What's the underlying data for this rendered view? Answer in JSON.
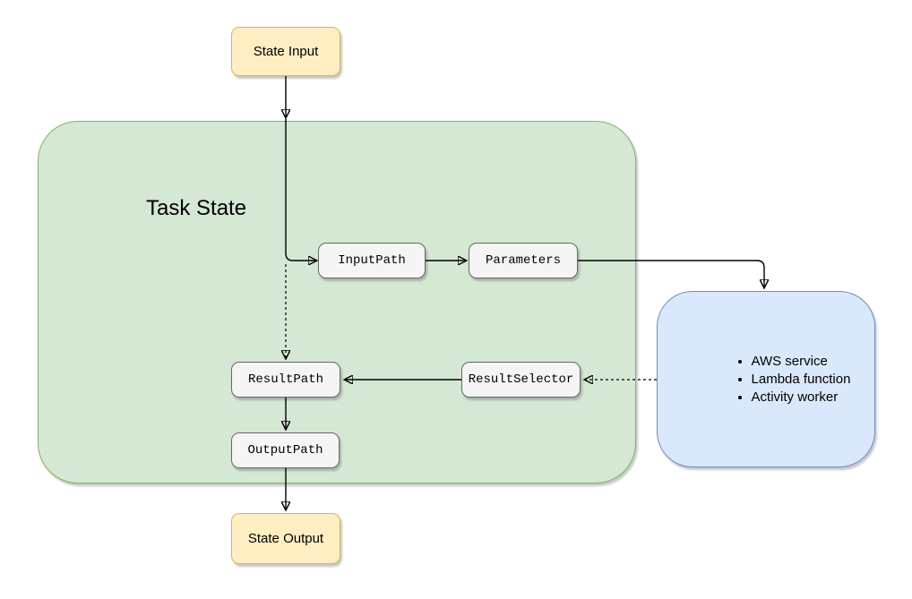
{
  "diagram": {
    "state_input": {
      "label": "State Input"
    },
    "task_state": {
      "label": "Task State",
      "nodes": {
        "input_path": {
          "label": "InputPath"
        },
        "parameters": {
          "label": "Parameters"
        },
        "result_path": {
          "label": "ResultPath"
        },
        "result_selector": {
          "label": "ResultSelector"
        },
        "output_path": {
          "label": "OutputPath"
        }
      }
    },
    "service_target": {
      "items": [
        "AWS service",
        "Lambda function",
        "Activity worker"
      ]
    },
    "state_output": {
      "label": "State Output"
    },
    "colors": {
      "state_io_fill": "#ffeec2",
      "state_io_border": "#d6b656",
      "task_fill": "#d5e8d4",
      "task_border": "#82b366",
      "target_fill": "#dae8fc",
      "target_border": "#6c8ebf",
      "node_fill": "#f5f5f5",
      "node_border": "#666666",
      "arrow": "#000000"
    }
  }
}
